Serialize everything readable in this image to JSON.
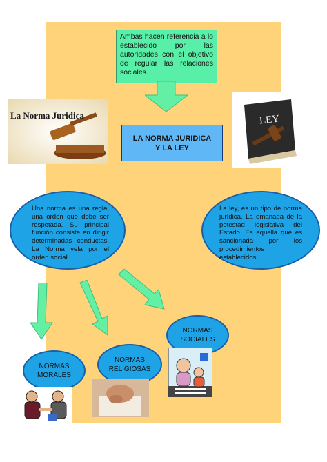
{
  "top_box": {
    "text": "Ambas hacen referencia a lo establecido por las autoridades con el objetivo de regular las relaciones sociales."
  },
  "title_box": {
    "line1": "LA NORMA JURIDICA",
    "line2": "Y LA LEY"
  },
  "left_image": {
    "caption": "La Norma Juridica"
  },
  "right_image": {
    "caption": "LEY"
  },
  "norma_definition": "Una norma es una regla, una orden que debe ser respetada. Su principal función consiste en dirigir determinadas conductas. La Norma vela por el orden social",
  "ley_definition": "La ley, es un tipo de norma jurídica. La emanada de la potestad legislativa del Estado. Es aquella que es sancionada por los procedimientos establecidos",
  "categories": {
    "sociales": "NORMAS SOCIALES",
    "religiosas": "NORMAS RELIGIOSAS",
    "morales": "NORMAS MORALES"
  },
  "colors": {
    "panel": "#ffd37a",
    "green_box": "#58f0a8",
    "arrow": "#63f0a4",
    "ellipse": "#1da3e6",
    "title_box": "#5fb8f5"
  }
}
